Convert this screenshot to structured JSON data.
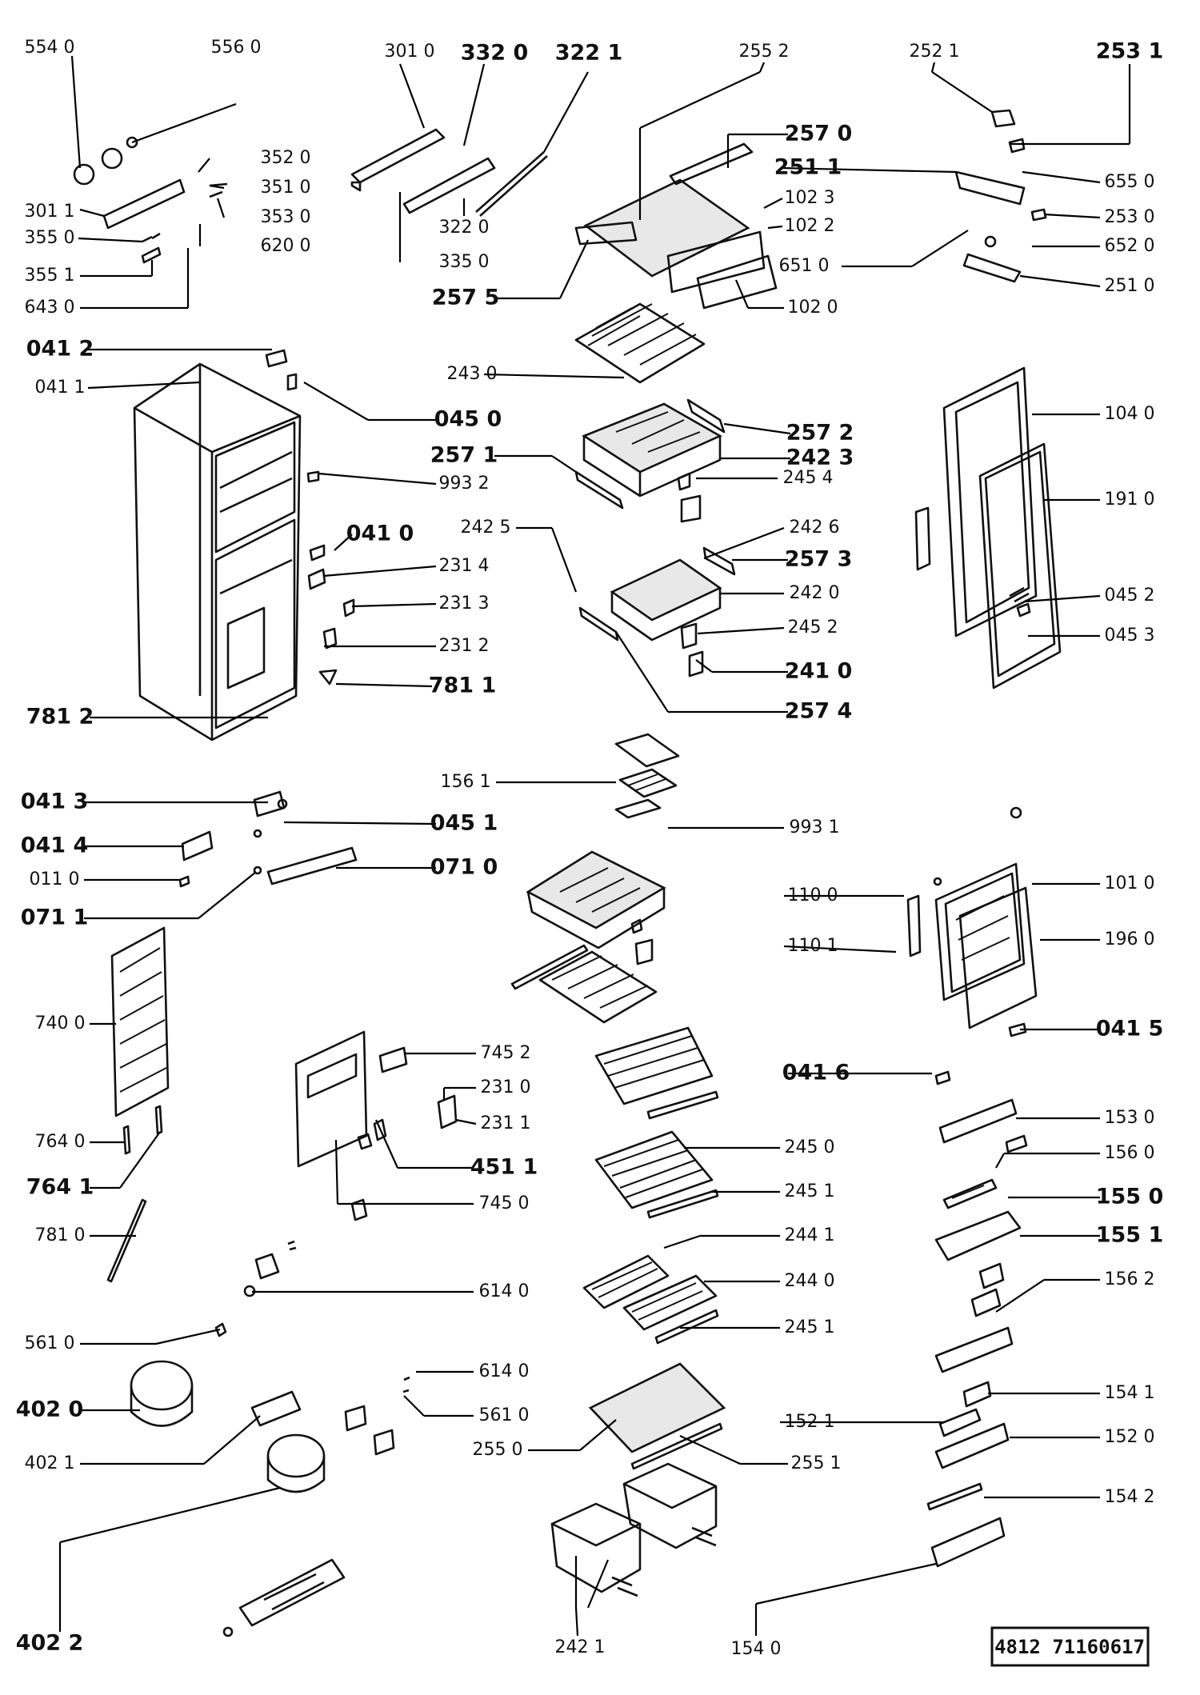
{
  "document_number": "4812 71160617",
  "callouts": [
    {
      "id": "554 0",
      "emph": false
    },
    {
      "id": "556 0",
      "emph": false
    },
    {
      "id": "301 1",
      "emph": false
    },
    {
      "id": "355 0",
      "emph": false
    },
    {
      "id": "355 1",
      "emph": false
    },
    {
      "id": "643 0",
      "emph": false
    },
    {
      "id": "352 0",
      "emph": false
    },
    {
      "id": "351 0",
      "emph": false
    },
    {
      "id": "353 0",
      "emph": false
    },
    {
      "id": "620 0",
      "emph": false
    },
    {
      "id": "301 0",
      "emph": false
    },
    {
      "id": "332 0",
      "emph": true
    },
    {
      "id": "322 1",
      "emph": true
    },
    {
      "id": "322 0",
      "emph": false
    },
    {
      "id": "335 0",
      "emph": false
    },
    {
      "id": "255 2",
      "emph": false
    },
    {
      "id": "252 1",
      "emph": false
    },
    {
      "id": "253 1",
      "emph": true
    },
    {
      "id": "257 0",
      "emph": true
    },
    {
      "id": "251 1",
      "emph": true
    },
    {
      "id": "102 3",
      "emph": false
    },
    {
      "id": "102 2",
      "emph": false
    },
    {
      "id": "655 0",
      "emph": false
    },
    {
      "id": "253 0",
      "emph": false
    },
    {
      "id": "651 0",
      "emph": false
    },
    {
      "id": "652 0",
      "emph": false
    },
    {
      "id": "251 0",
      "emph": false
    },
    {
      "id": "257 5",
      "emph": true
    },
    {
      "id": "102 0",
      "emph": false
    },
    {
      "id": "041 2",
      "emph": true
    },
    {
      "id": "041 1",
      "emph": false
    },
    {
      "id": "243 0",
      "emph": false
    },
    {
      "id": "045 0",
      "emph": true
    },
    {
      "id": "257 2",
      "emph": true
    },
    {
      "id": "104 0",
      "emph": false
    },
    {
      "id": "257 1",
      "emph": true
    },
    {
      "id": "242 3",
      "emph": true
    },
    {
      "id": "245 4",
      "emph": false
    },
    {
      "id": "993 2",
      "emph": false
    },
    {
      "id": "191 0",
      "emph": false
    },
    {
      "id": "041 0",
      "emph": true
    },
    {
      "id": "242 5",
      "emph": false
    },
    {
      "id": "242 6",
      "emph": false
    },
    {
      "id": "231 4",
      "emph": false
    },
    {
      "id": "257 3",
      "emph": true
    },
    {
      "id": "242 0",
      "emph": false
    },
    {
      "id": "231 3",
      "emph": false
    },
    {
      "id": "045 2",
      "emph": false
    },
    {
      "id": "245 2",
      "emph": false
    },
    {
      "id": "231 2",
      "emph": false
    },
    {
      "id": "045 3",
      "emph": false
    },
    {
      "id": "241 0",
      "emph": true
    },
    {
      "id": "781 1",
      "emph": true
    },
    {
      "id": "781 2",
      "emph": true
    },
    {
      "id": "257 4",
      "emph": true
    },
    {
      "id": "156 1",
      "emph": false
    },
    {
      "id": "041 3",
      "emph": true
    },
    {
      "id": "045 1",
      "emph": true
    },
    {
      "id": "993 1",
      "emph": false
    },
    {
      "id": "041 4",
      "emph": true
    },
    {
      "id": "011 0",
      "emph": false
    },
    {
      "id": "071 0",
      "emph": true
    },
    {
      "id": "110 0",
      "emph": false
    },
    {
      "id": "101 0",
      "emph": false
    },
    {
      "id": "071 1",
      "emph": true
    },
    {
      "id": "110 1",
      "emph": false
    },
    {
      "id": "196 0",
      "emph": false
    },
    {
      "id": "740 0",
      "emph": false
    },
    {
      "id": "041 5",
      "emph": true
    },
    {
      "id": "745 2",
      "emph": false
    },
    {
      "id": "041 6",
      "emph": true
    },
    {
      "id": "231 0",
      "emph": false
    },
    {
      "id": "153 0",
      "emph": false
    },
    {
      "id": "231 1",
      "emph": false
    },
    {
      "id": "764 0",
      "emph": false
    },
    {
      "id": "245 0",
      "emph": false
    },
    {
      "id": "156 0",
      "emph": false
    },
    {
      "id": "451 1",
      "emph": true
    },
    {
      "id": "764 1",
      "emph": true
    },
    {
      "id": "245 1",
      "emph": false
    },
    {
      "id": "155 0",
      "emph": true
    },
    {
      "id": "745 0",
      "emph": false
    },
    {
      "id": "781 0",
      "emph": false
    },
    {
      "id": "244 1",
      "emph": false
    },
    {
      "id": "155 1",
      "emph": true
    },
    {
      "id": "244 0",
      "emph": false
    },
    {
      "id": "156 2",
      "emph": false
    },
    {
      "id": "614 0",
      "emph": false
    },
    {
      "id": "245 1",
      "emph": false
    },
    {
      "id": "561 0",
      "emph": false
    },
    {
      "id": "614 0",
      "emph": false
    },
    {
      "id": "154 1",
      "emph": false
    },
    {
      "id": "402 0",
      "emph": true
    },
    {
      "id": "561 0",
      "emph": false
    },
    {
      "id": "152 1",
      "emph": false
    },
    {
      "id": "255 0",
      "emph": false
    },
    {
      "id": "152 0",
      "emph": false
    },
    {
      "id": "402 1",
      "emph": false
    },
    {
      "id": "255 1",
      "emph": false
    },
    {
      "id": "154 2",
      "emph": false
    },
    {
      "id": "402 2",
      "emph": true
    },
    {
      "id": "242 1",
      "emph": false
    },
    {
      "id": "154 0",
      "emph": false
    }
  ]
}
